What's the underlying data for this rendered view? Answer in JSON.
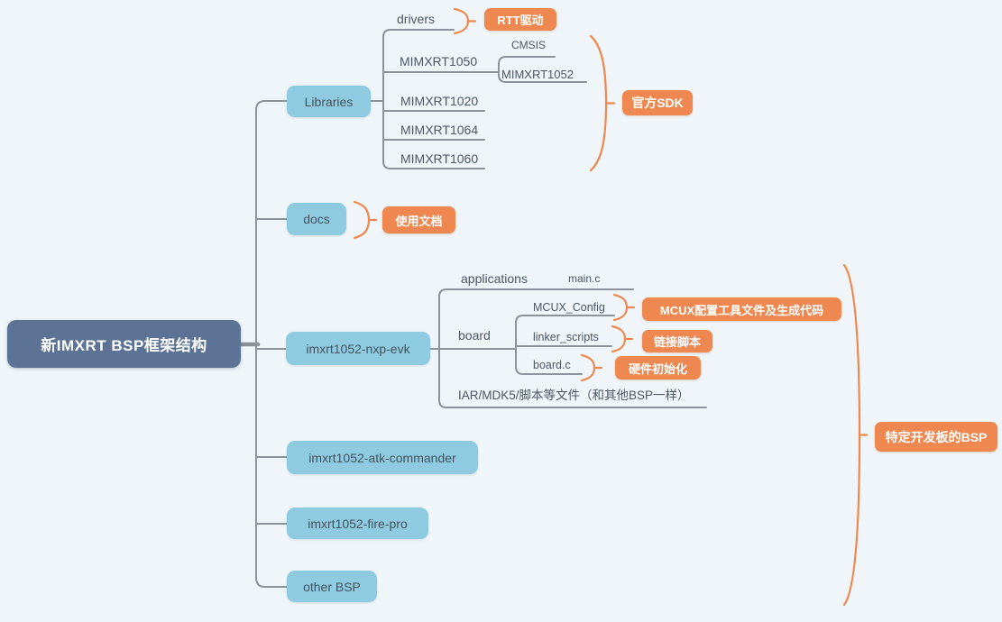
{
  "colors": {
    "background": "#eff5f9",
    "root_bg": "#5c7396",
    "topic_bg": "#8ecbe0",
    "summary_bg": "#ef8850",
    "line_gray": "#8d929b",
    "brace_orange": "#ef8850",
    "text_dark": "#4d5866"
  },
  "mindmap": {
    "root": "新IMXRT BSP框架结构",
    "libraries": {
      "label": "Libraries",
      "drivers": {
        "label": "drivers",
        "summary": "RTT驱动"
      },
      "mimxrt1050": {
        "label": "MIMXRT1050",
        "cmsis": "CMSIS",
        "mimxrt1052": "MIMXRT1052"
      },
      "mimxrt1020": "MIMXRT1020",
      "mimxrt1064": "MIMXRT1064",
      "mimxrt1060": "MIMXRT1060",
      "summary": "官方SDK"
    },
    "docs": {
      "label": "docs",
      "summary": "使用文档"
    },
    "nxp_evk": {
      "label": "imxrt1052-nxp-evk",
      "applications": {
        "label": "applications",
        "main_c": "main.c"
      },
      "board": {
        "label": "board",
        "mcux_config": {
          "label": "MCUX_Config",
          "summary": "MCUX配置工具文件及生成代码"
        },
        "linker_scripts": {
          "label": "linker_scripts",
          "summary": "链接脚本"
        },
        "board_c": {
          "label": "board.c",
          "summary": "硬件初始化"
        }
      },
      "iar": "IAR/MDK5/脚本等文件（和其他BSP一样）"
    },
    "atk_commander": "imxrt1052-atk-commander",
    "fire_pro": "imxrt1052-fire-pro",
    "other_bsp": "other BSP",
    "summary": "特定开发板的BSP"
  }
}
